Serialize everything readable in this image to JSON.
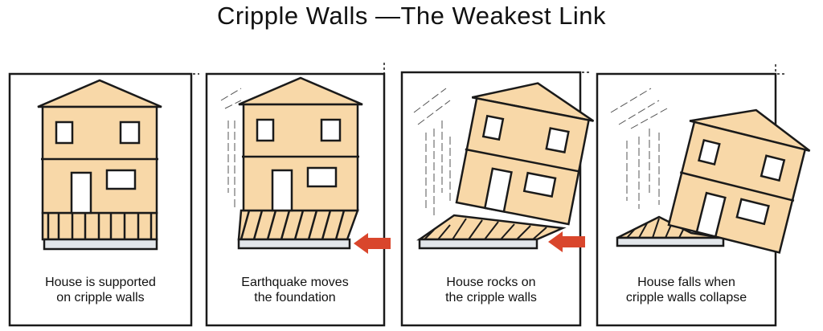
{
  "title": "Cripple Walls  —The Weakest Link",
  "panels": [
    {
      "caption_line1": "House is supported",
      "caption_line2": "on cripple walls"
    },
    {
      "caption_line1": "Earthquake moves",
      "caption_line2": "the foundation"
    },
    {
      "caption_line1": "House rocks  on",
      "caption_line2": "the  cripple walls"
    },
    {
      "caption_line1": "House falls when",
      "caption_line2": "cripple walls  collapse"
    }
  ],
  "colors": {
    "house": "#f8d8a8",
    "foundation": "#e2e6ea",
    "arrow": "#d9462c",
    "line": "#1a1a1a"
  }
}
